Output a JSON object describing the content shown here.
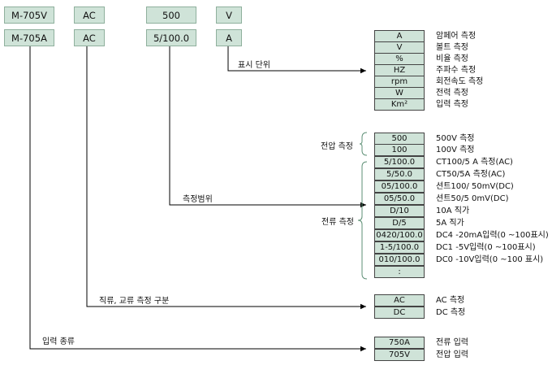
{
  "header": {
    "row1": [
      "M-705V",
      "AC",
      "500",
      "V"
    ],
    "row2": [
      "M-705A",
      "AC",
      "5/100.0",
      "A"
    ]
  },
  "labels": {
    "display_unit": "표시 단위",
    "measure_range": "측정범위",
    "dc_ac_type": "직류, 교류 측정 구분",
    "input_type": "입력 종류",
    "voltage_group": "전압 측정",
    "current_group": "전류 측정"
  },
  "unit_table": [
    {
      "code": "A",
      "desc": "암페어 측정"
    },
    {
      "code": "V",
      "desc": "볼트 측정"
    },
    {
      "code": "%",
      "desc": "비율 측정"
    },
    {
      "code": "HZ",
      "desc": "주파수 측정"
    },
    {
      "code": "rpm",
      "desc": "회전속도 측정"
    },
    {
      "code": "W",
      "desc": "전력 측정"
    },
    {
      "code": "Km²",
      "desc": "입력 측정"
    }
  ],
  "range_table": [
    {
      "code": "500",
      "desc": "500V 측정"
    },
    {
      "code": "100",
      "desc": "100V 측정"
    },
    {
      "code": "5/100.0",
      "desc": "CT100/5 A 측정(AC)"
    },
    {
      "code": "5/50.0",
      "desc": "CT50/5A 측정(AC)"
    },
    {
      "code": "05/100.0",
      "desc": "션트100/ 50mV(DC)"
    },
    {
      "code": "05/50.0",
      "desc": "션트50/5 0mV(DC)"
    },
    {
      "code": "D/10",
      "desc": "10A 직가"
    },
    {
      "code": "D/5",
      "desc": "5A 직가"
    },
    {
      "code": "0420/100.0",
      "desc": "DC4 -20mA입력(0 ~100표시)"
    },
    {
      "code": "1-5/100.0",
      "desc": "DC1 -5V입력(0 ~100표시)"
    },
    {
      "code": "010/100.0",
      "desc": "DC0 -10V입력(0 ~100 표시)"
    },
    {
      "code": ":",
      "desc": ""
    }
  ],
  "acdc_table": [
    {
      "code": "AC",
      "desc": "AC 측정"
    },
    {
      "code": "DC",
      "desc": "DC 측정"
    }
  ],
  "input_table": [
    {
      "code": "750A",
      "desc": "전류 입력"
    },
    {
      "code": "705V",
      "desc": "전압 입력"
    }
  ],
  "colors": {
    "box_fill": "#cfe3d8",
    "box_border": "#8fb09d",
    "line": "#000000"
  }
}
